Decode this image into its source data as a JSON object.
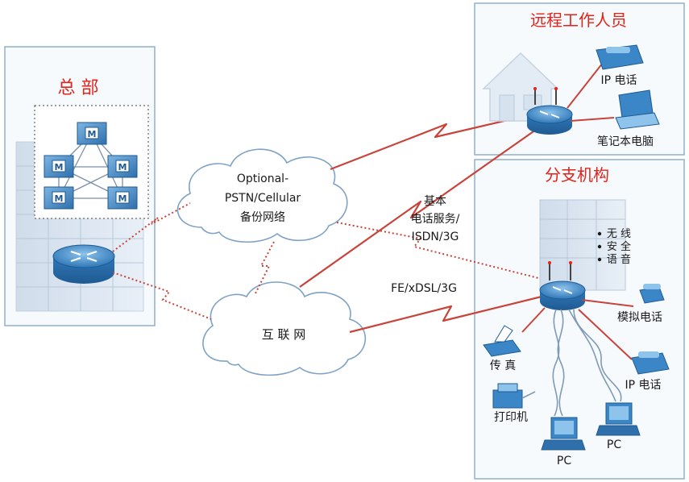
{
  "headquarters": {
    "title": "总  部"
  },
  "remote_worker": {
    "title": "远程工作人员",
    "ip_phone": "IP 电话",
    "laptop": "笔记本电脑"
  },
  "branch": {
    "title": "分支机构",
    "features": [
      "无  线",
      "安  全",
      "语  音"
    ],
    "analog_phone": "模拟电话",
    "fax": "传  真",
    "ip_phone": "IP 电话",
    "printer": "打印机",
    "pc_left": "PC",
    "pc_right": "PC"
  },
  "backup_cloud": {
    "lines": [
      "Optional-",
      "PSTN/Cellular",
      "备份网络"
    ]
  },
  "internet_cloud": {
    "label": "互  联  网"
  },
  "links": {
    "basic_service": [
      "基本",
      "电话服务/",
      "ISDN/3G"
    ],
    "fe_link": "FE/xDSL/3G"
  },
  "colors": {
    "title": "#e2231a",
    "link": "#c8443a",
    "box_border": "#8fb0cc",
    "box_fill": "#f7fafd",
    "device_blue": "#3b86c6"
  }
}
